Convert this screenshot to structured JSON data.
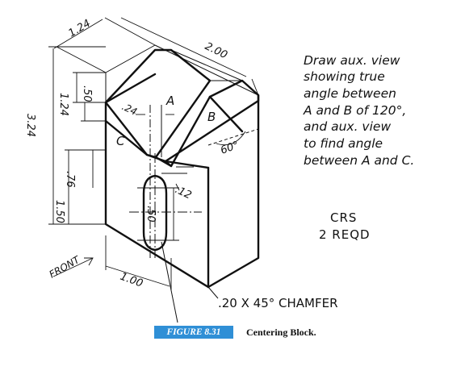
{
  "dimensions": {
    "top_depth": "1.24",
    "width": "2.00",
    "top_offset": ".50",
    "side_height": "1.24",
    "overall_height": "3.24",
    "slot_offset": ".24",
    "lower_offset": ".76",
    "lower_height": "1.50",
    "slot_width": ".50",
    "slot_radius": ".12",
    "bottom_width": "1.00",
    "angle": "60°"
  },
  "faces": {
    "a": "A",
    "b": "B",
    "c": "C"
  },
  "note_lines": [
    "Draw aux. view",
    "showing true",
    "angle between",
    "A and B of 120°,",
    "and aux. view",
    "to find angle",
    "between A and C."
  ],
  "material": {
    "line1": "CRS",
    "line2": "2 REQD"
  },
  "chamfer": ".20 X 45° CHAMFER",
  "front_label": "FRONT",
  "caption": {
    "number": "FIGURE 8.31",
    "title": "Centering Block."
  }
}
